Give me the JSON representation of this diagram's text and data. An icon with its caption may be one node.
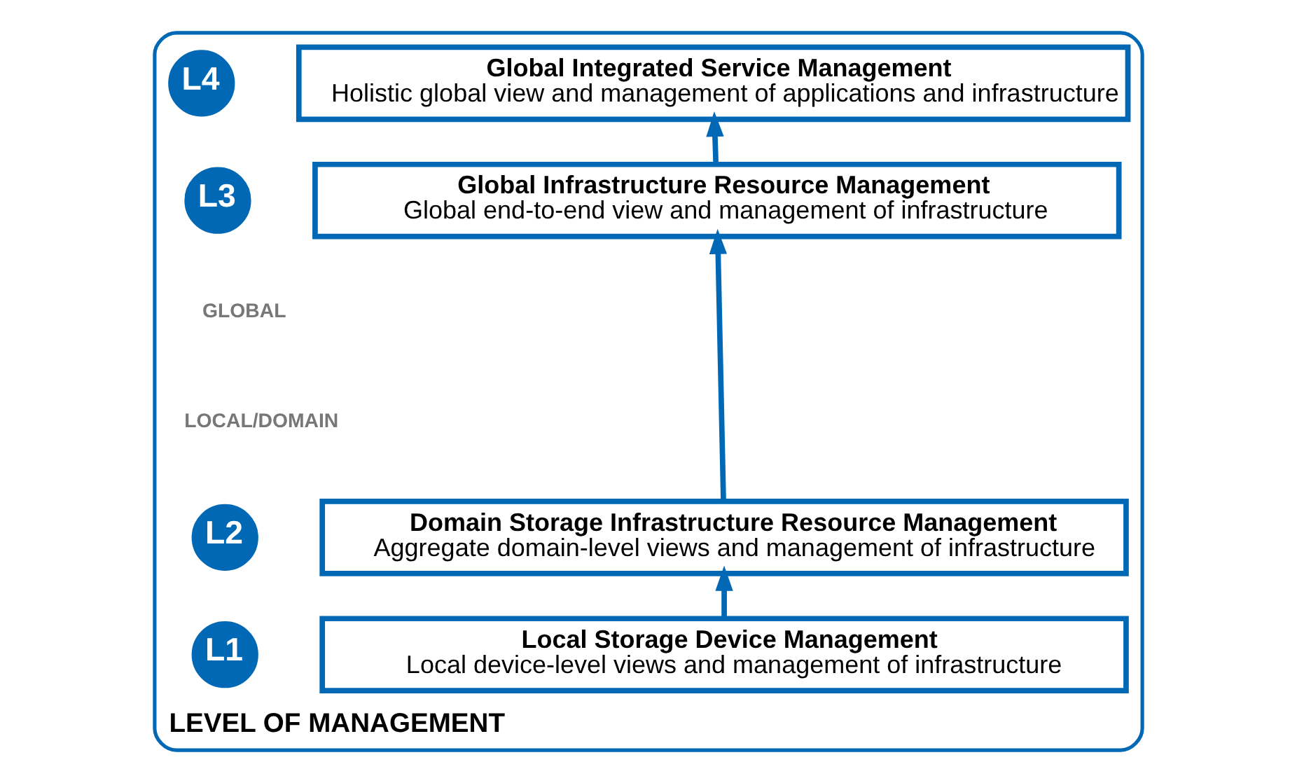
{
  "diagram": {
    "nodes": [
      {
        "text": [
          "LEVEL OF MANAGEMENT"
        ]
      },
      {
        "text": [
          "L4"
        ],
        "in": 0
      },
      {
        "text": [
          "Global Integrated Service Management",
          "Holistic global view and management of applications and infrastructure"
        ],
        "in": 0
      },
      {
        "text": [
          "L3"
        ],
        "in": 0
      },
      {
        "text": [
          "Global Infrastructure Resource Management",
          "Global end-to-end view and management of infrastructure"
        ],
        "in": 0
      },
      {
        "text": [
          "L2"
        ],
        "in": 0
      },
      {
        "text": [
          "Domain Storage Infrastructure Resource Management",
          "Aggregate domain-level views and management of infrastructure"
        ],
        "in": 0
      },
      {
        "text": [
          "L1"
        ],
        "in": 0
      },
      {
        "text": [
          "Local Storage Device Management",
          "Local device-level views and management of infrastructure"
        ],
        "in": 0
      }
    ],
    "edges": [
      {
        "from": 8,
        "to": 6,
        "arrow": "to"
      },
      {
        "from": 6,
        "to": 4,
        "arrow": "to"
      },
      {
        "from": 4,
        "to": 2,
        "arrow": "to"
      }
    ],
    "labels": [
      "GLOBAL",
      "LOCAL/DOMAIN"
    ]
  }
}
